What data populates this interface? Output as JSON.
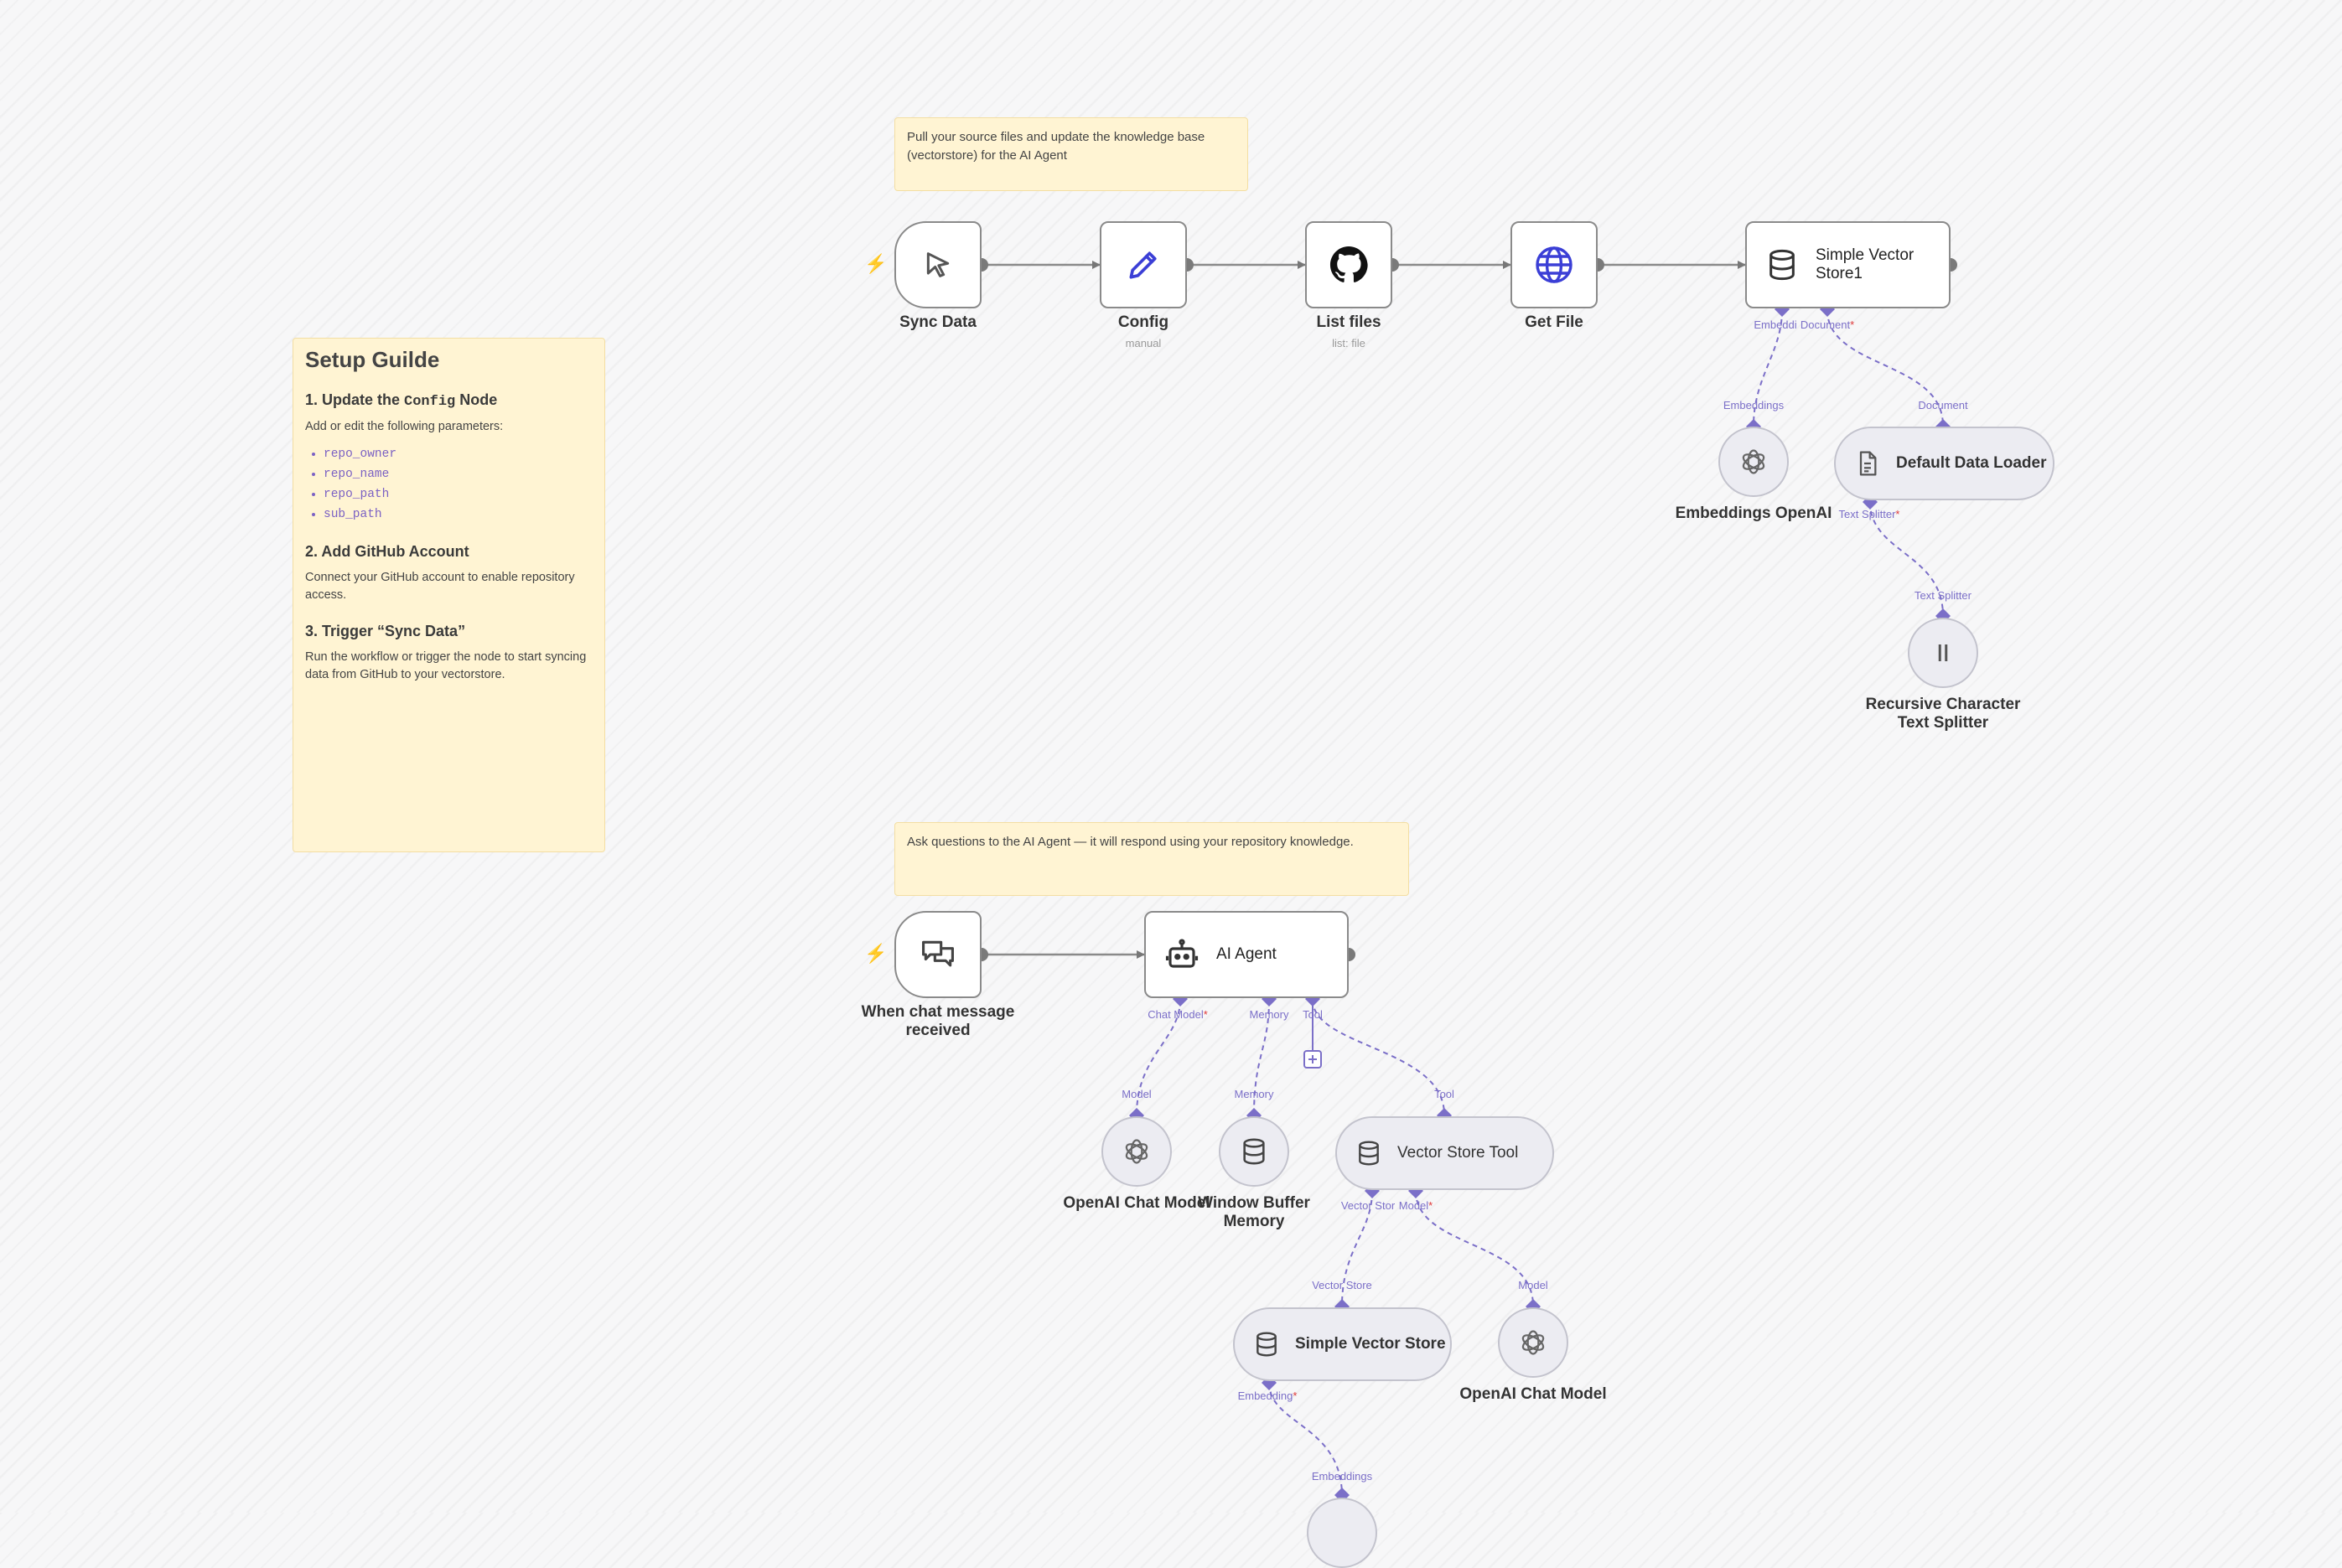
{
  "notes": {
    "sync_note": "Pull your source files and update the knowledge base (vectorstore) for the AI Agent",
    "chat_note": "Ask questions to the AI Agent — it will respond using your repository knowledge."
  },
  "guide": {
    "title": "Setup Guilde",
    "step1_prefix": "1. Update the ",
    "step1_code": "Config",
    "step1_suffix": " Node",
    "step1_text": "Add or edit the following parameters:",
    "params": [
      "repo_owner",
      "repo_name",
      "repo_path",
      "sub_path"
    ],
    "step2_title": "2. Add GitHub Account",
    "step2_text": "Connect your GitHub account to enable repository access.",
    "step3_title": "3. Trigger “Sync Data”",
    "step3_text": "Run the workflow or trigger the node to start syncing data from GitHub to your vectorstore."
  },
  "nodes": {
    "sync_data": {
      "label": "Sync Data",
      "icon": "cursor-icon"
    },
    "config": {
      "label": "Config",
      "sub": "manual",
      "icon": "pencil-icon"
    },
    "list_files": {
      "label": "List files",
      "sub": "list: file",
      "icon": "github-icon"
    },
    "get_file": {
      "label": "Get File",
      "icon": "globe-icon"
    },
    "simple_vector_store1": {
      "label": "Simple Vector Store1",
      "icon": "database-icon"
    },
    "embeddings_openai": {
      "label": "Embeddings OpenAI",
      "icon": "openai-icon"
    },
    "default_data_loader": {
      "label": "Default Data Loader",
      "icon": "document-icon"
    },
    "text_splitter": {
      "label": "Recursive Character Text Splitter",
      "icon": "splitter-icon"
    },
    "chat_trigger": {
      "label": "When chat message received",
      "icon": "chat-icon"
    },
    "ai_agent": {
      "label": "AI Agent",
      "icon": "robot-icon"
    },
    "openai_chat_model": {
      "label": "OpenAI Chat Model",
      "icon": "openai-icon"
    },
    "window_buffer_memory": {
      "label": "Window Buffer Memory",
      "icon": "database-icon"
    },
    "vector_store_tool": {
      "label": "Vector Store Tool",
      "icon": "database-icon"
    },
    "simple_vector_store": {
      "label": "Simple Vector Store",
      "icon": "database-icon"
    },
    "openai_chat_model2": {
      "label": "OpenAI Chat Model",
      "icon": "openai-icon"
    }
  },
  "ports": {
    "embedding_short": "Embeddi",
    "document_short": "Document",
    "embeddings": "Embeddings",
    "document": "Document",
    "text_splitter": "Text Splitter",
    "chat_model": "Chat Model",
    "memory": "Memory",
    "tool": "Tool",
    "model": "Model",
    "vector_store_short": "Vector Stor",
    "model_short": "Model",
    "vector_store": "Vector Store",
    "embedding": "Embedding",
    "required_mark": "*"
  },
  "colors": {
    "accent": "#7b6fc8",
    "required": "#e03a3a",
    "note_bg": "#fff4d3",
    "trigger": "#f0623a"
  }
}
